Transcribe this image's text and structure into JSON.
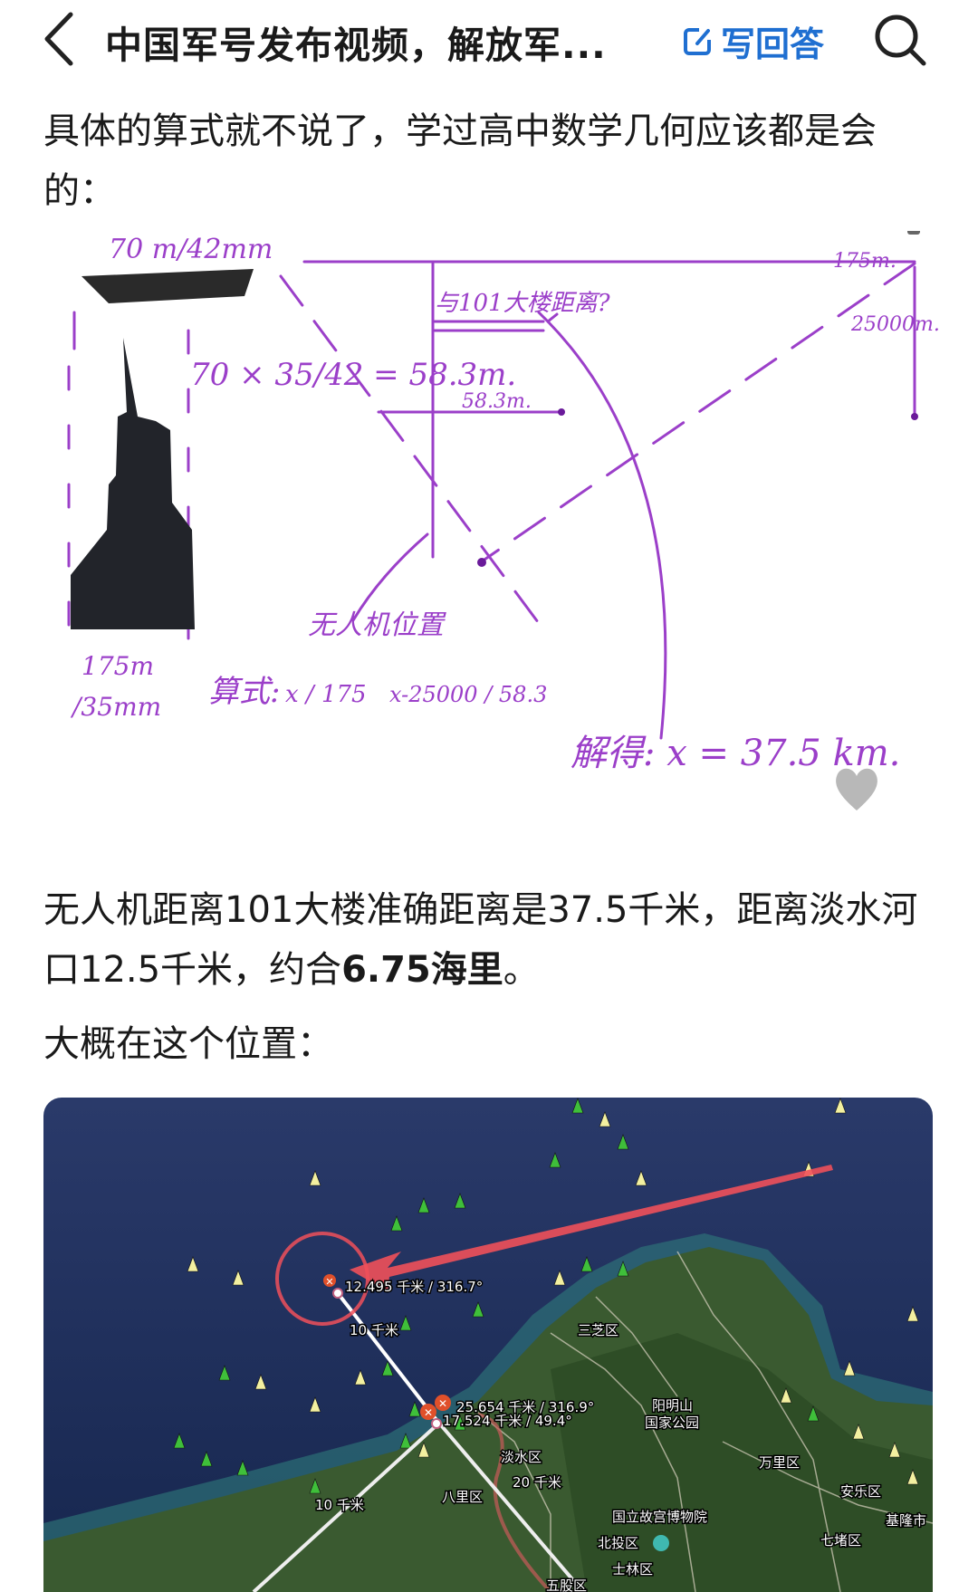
{
  "header": {
    "title": "中国军号发布视频，解放军...",
    "answer_label": "写回答",
    "icons": {
      "back": "chevron-left-icon",
      "answer": "edit-icon",
      "search": "search-icon"
    },
    "accent_color": "#1f6fd1"
  },
  "intro_text": "具体的算式就不说了，学过高中数学几何应该都是会的：",
  "drawing": {
    "ship_scale": "70 m/42mm",
    "calc1": "70 × 35/42 = 58.3m.",
    "question": "与101大楼距离?",
    "top_right_label": "175m.",
    "height_label": "25000m.",
    "mid_label": "58.3m.",
    "drone_label": "无人机位置",
    "tower_scale_top": "175m",
    "tower_scale_bottom": "/35mm",
    "formula_prefix": "算式:",
    "formula_left": "x / 175",
    "formula_right": "x-25000 / 58.3",
    "result": "解得: x = 37.5 km.",
    "ink_color": "#9b3fc9"
  },
  "result_text": {
    "part1": "无人机距离101大楼准确距离是37.5千米，距离淡水河口12.5千米，约合",
    "bold": "6.75海里",
    "part2": "。"
  },
  "location_text": "大概在这个位置：",
  "map": {
    "markers": {
      "m1": "12.495 千米 / 316.7°",
      "m2": "25.654 千米 / 316.9°",
      "m3": "17.524 千米 / 49.4°"
    },
    "scale_labels": [
      "10 千米",
      "10 千米",
      "20 千米"
    ],
    "places": {
      "sanzhi": "三芝区",
      "yangming1": "阳明山",
      "yangming2": "国家公园",
      "danshui": "淡水区",
      "bali": "八里区",
      "wanli": "万里区",
      "anle": "安乐区",
      "keelung": "基隆市",
      "qidu": "七堵区",
      "beitou": "北投区",
      "museum": "国立故宫博物院",
      "shilin": "士林区",
      "wugu": "五股区"
    },
    "sea_color": "#1d2f5c",
    "arrow_color": "#f0505a"
  }
}
